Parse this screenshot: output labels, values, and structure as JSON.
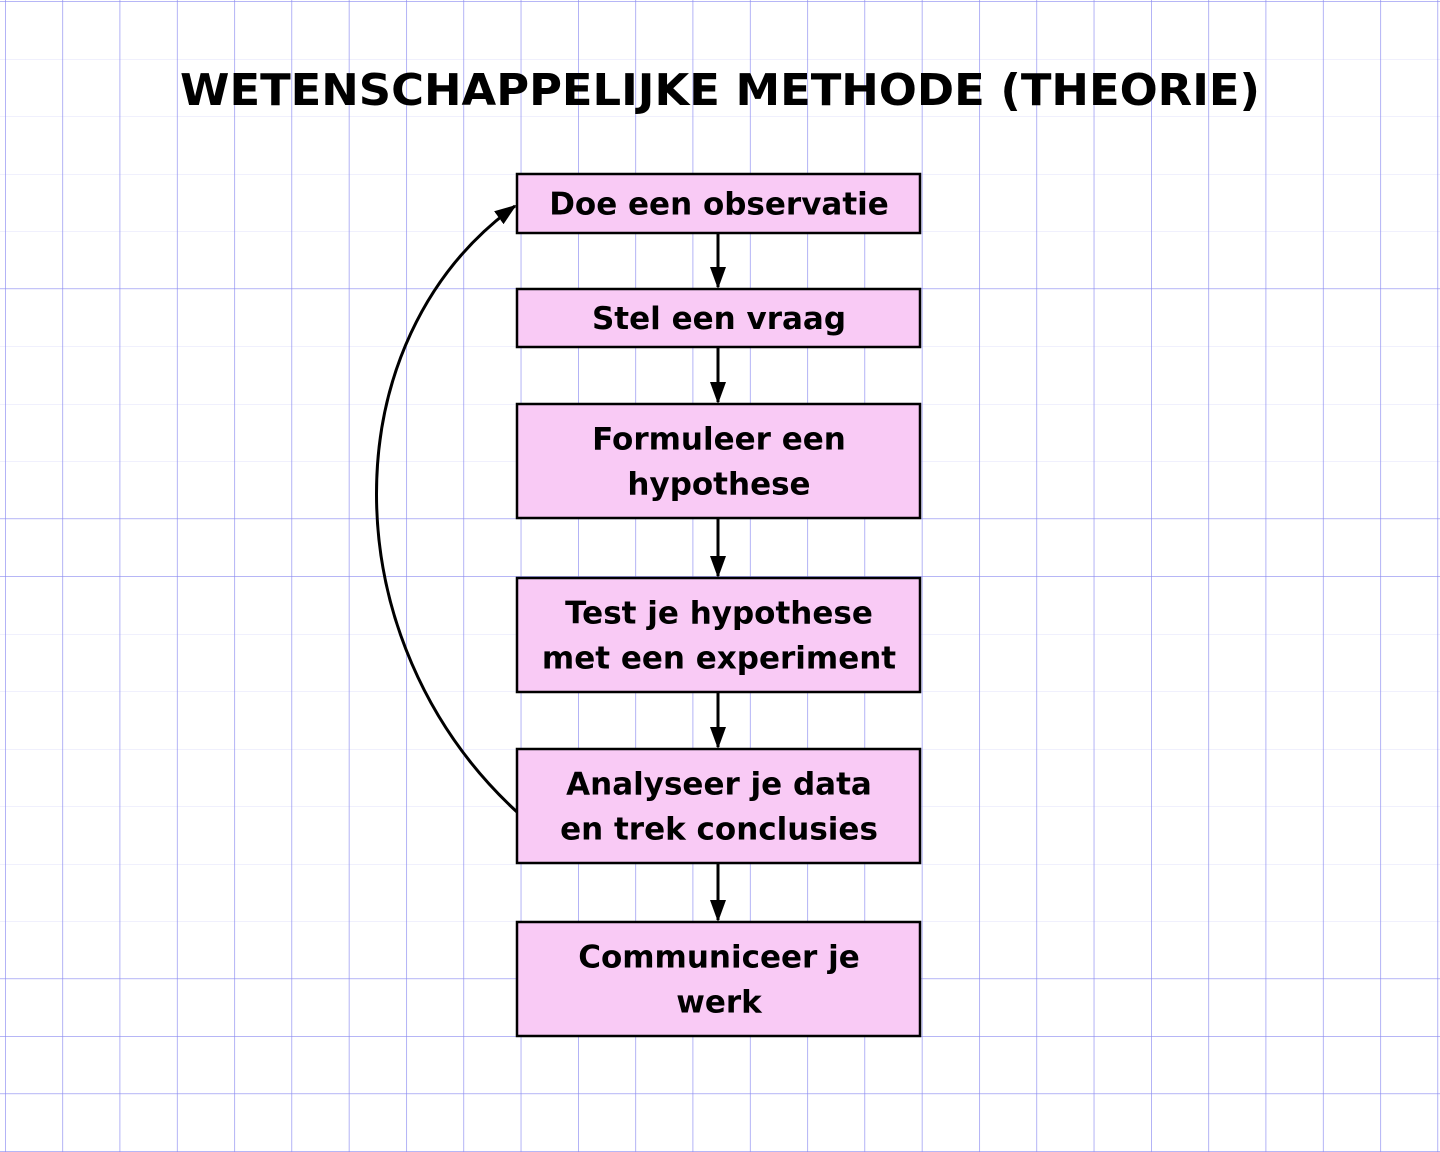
{
  "title": "WETENSCHAPPELIJKE METHODE (THEORIE)",
  "steps": [
    {
      "lines": [
        "Doe een observatie"
      ]
    },
    {
      "lines": [
        "Stel een vraag"
      ]
    },
    {
      "lines": [
        "Formuleer een",
        "hypothese"
      ]
    },
    {
      "lines": [
        "Test je hypothese",
        "met een experiment"
      ]
    },
    {
      "lines": [
        "Analyseer je data",
        "en trek conclusies"
      ]
    },
    {
      "lines": [
        "Communiceer je",
        "werk"
      ]
    }
  ],
  "colors": {
    "box_fill": "#f9caf5",
    "grid": "#8a8af0",
    "stroke": "#000000"
  }
}
